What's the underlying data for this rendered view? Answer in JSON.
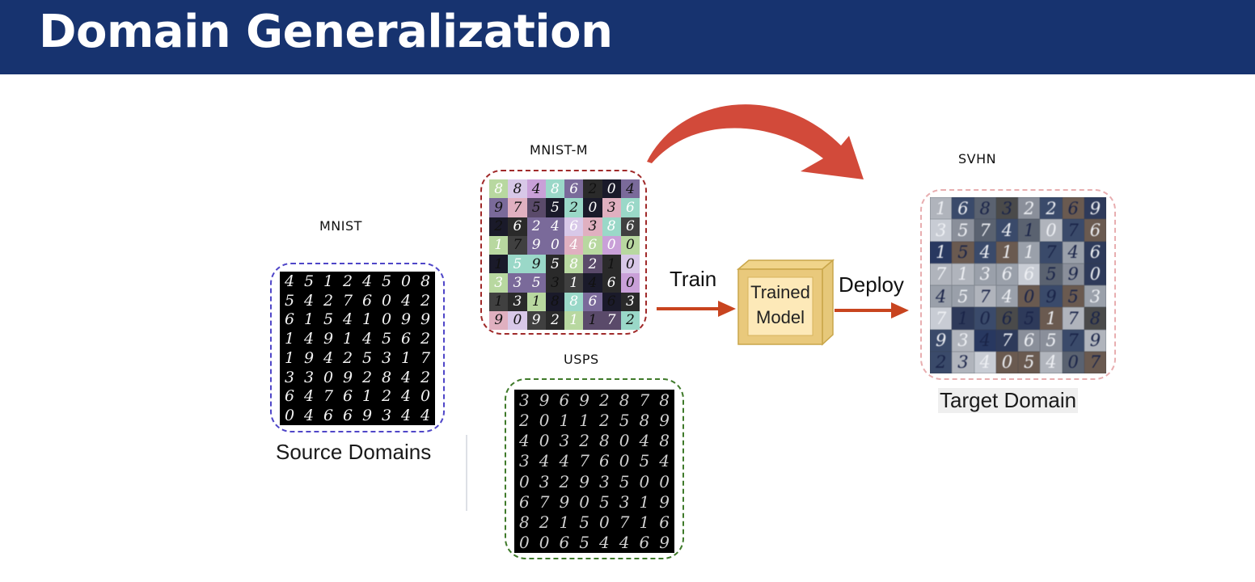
{
  "slide": {
    "title": "Domain Generalization"
  },
  "datasets": {
    "mnist": {
      "label": "MNIST"
    },
    "mnist_m": {
      "label": "MNIST-M"
    },
    "usps": {
      "label": "USPS"
    },
    "svhn": {
      "label": "SVHN"
    }
  },
  "group_labels": {
    "source": "Source Domains",
    "target": "Target Domain"
  },
  "flow": {
    "train_label": "Train",
    "deploy_label": "Deploy"
  },
  "model": {
    "line1": "Trained",
    "line2": "Model"
  },
  "colors": {
    "header_bg": "#17336f",
    "mnist_frame": "#4f46c8",
    "mnist_m_frame": "#a02a2a",
    "usps_frame": "#3f7a2a",
    "svhn_frame": "#e8aeb0",
    "flow_arrow": "#c8441f",
    "curved_arrow": "#d24a3a",
    "model_face": "#fde9b8",
    "model_side": "#e6c87a",
    "model_edge": "#c9a64a"
  }
}
